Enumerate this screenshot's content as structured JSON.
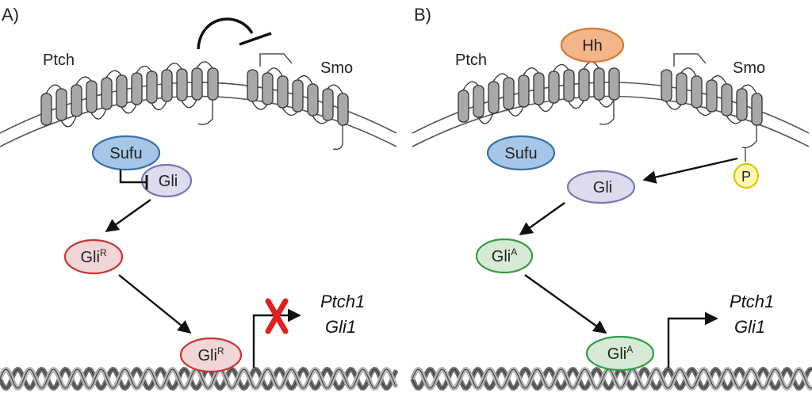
{
  "panels": {
    "a": {
      "label": "A)",
      "ptch": "Ptch",
      "smo": "Smo",
      "sufu": "Sufu",
      "gli": "Gli",
      "glir_1": {
        "base": "Gli",
        "sup": "R"
      },
      "glir_2": {
        "base": "Gli",
        "sup": "R"
      },
      "genes": [
        "Ptch1",
        "Gli1"
      ]
    },
    "b": {
      "label": "B)",
      "ptch": "Ptch",
      "smo": "Smo",
      "hh": "Hh",
      "sufu": "Sufu",
      "p": "P",
      "gli": "Gli",
      "glia_1": {
        "base": "Gli",
        "sup": "A"
      },
      "glia_2": {
        "base": "Gli",
        "sup": "A"
      },
      "genes": [
        "Ptch1",
        "Gli1"
      ]
    }
  },
  "colors": {
    "sufu_fill": "#a6c6e8",
    "sufu_stroke": "#3b6fa5",
    "gli_fill": "#dcdcec",
    "gli_stroke": "#7878b4",
    "glir_fill": "#f0d6d6",
    "glir_stroke": "#cc3333",
    "glia_fill": "#d6ead6",
    "glia_stroke": "#2f9e44",
    "hh_fill": "#f3b68a",
    "hh_stroke": "#d9773b",
    "p_fill": "#fff9b0",
    "p_stroke": "#e0c600",
    "block_x": "#e02020",
    "helix_fill": "#9a9a9a",
    "membrane": "#555555",
    "tm_fill": "#a8a8a8"
  }
}
